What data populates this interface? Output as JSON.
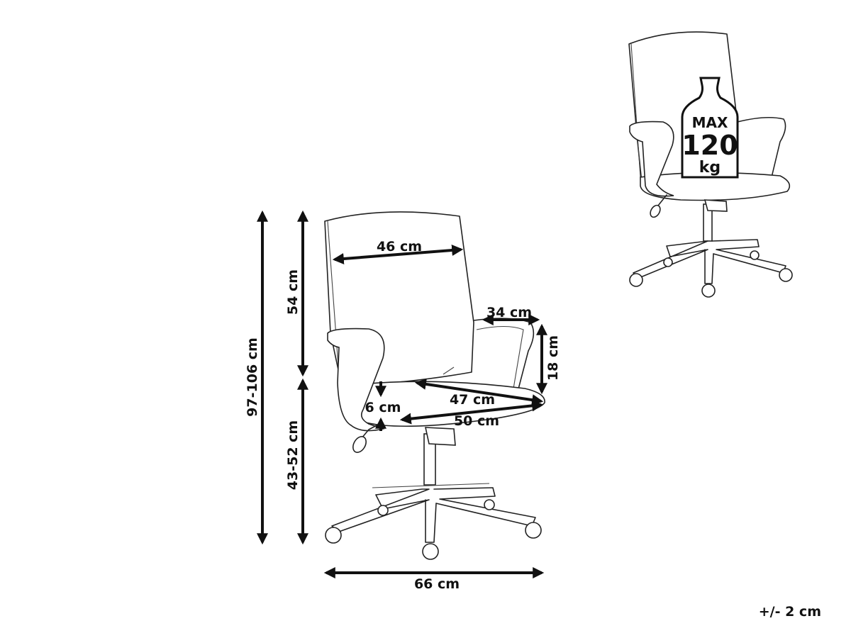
{
  "dimensions": {
    "total_height": "97-106 cm",
    "backrest_height": "54 cm",
    "seat_height": "43-52 cm",
    "backrest_width": "46 cm",
    "armrest_length": "34 cm",
    "armrest_height": "18 cm",
    "seat_depth": "47 cm",
    "seat_width": "50 cm",
    "seat_thickness": "6 cm",
    "base_diameter": "66 cm"
  },
  "max_load": {
    "line1": "MAX",
    "line2": "120",
    "line3": "kg"
  },
  "tolerance": "+/- 2 cm"
}
